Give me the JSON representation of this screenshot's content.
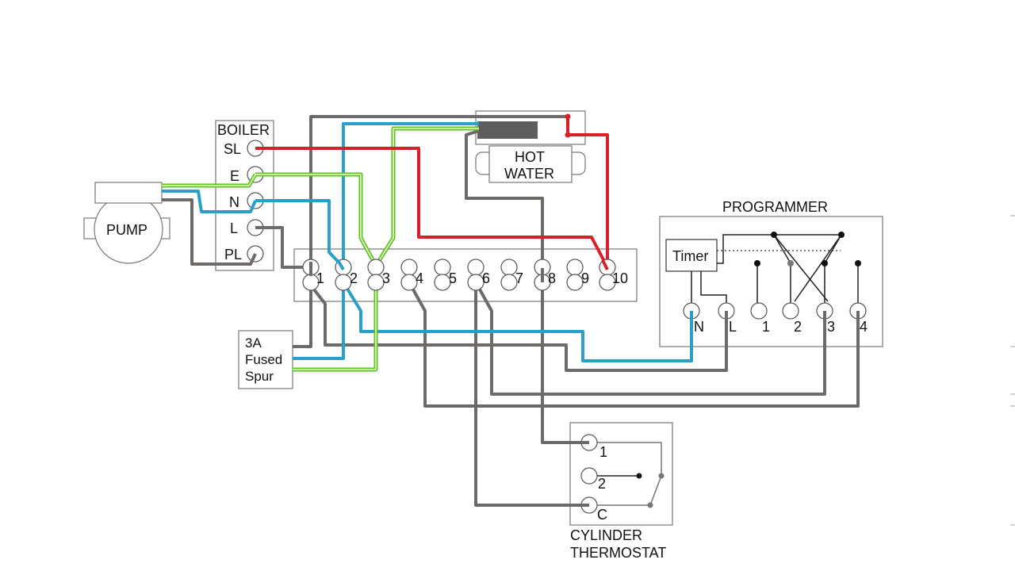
{
  "boiler": {
    "title": "BOILER",
    "terminals": [
      "SL",
      "E",
      "N",
      "L",
      "PL"
    ]
  },
  "pump": {
    "label": "PUMP"
  },
  "hot_water": {
    "line1": "HOT",
    "line2": "WATER"
  },
  "programmer": {
    "title": "PROGRAMMER",
    "timer": "Timer",
    "terminals": [
      "N",
      "L",
      "1",
      "2",
      "3",
      "4"
    ]
  },
  "fused_spur": {
    "line1": "3A",
    "line2": "Fused",
    "line3": "Spur"
  },
  "junction_box": {
    "terminals": [
      "1",
      "2",
      "3",
      "4",
      "5",
      "6",
      "7",
      "8",
      "9",
      "10"
    ]
  },
  "cylinder_thermostat": {
    "line1": "CYLINDER",
    "line2": "THERMOSTAT",
    "terminals": [
      "1",
      "2",
      "C"
    ]
  },
  "colors": {
    "live_switched": "#d9202a",
    "neutral": "#2a9fc9",
    "earth": "#5cc32d",
    "other": "#6e6a67"
  }
}
